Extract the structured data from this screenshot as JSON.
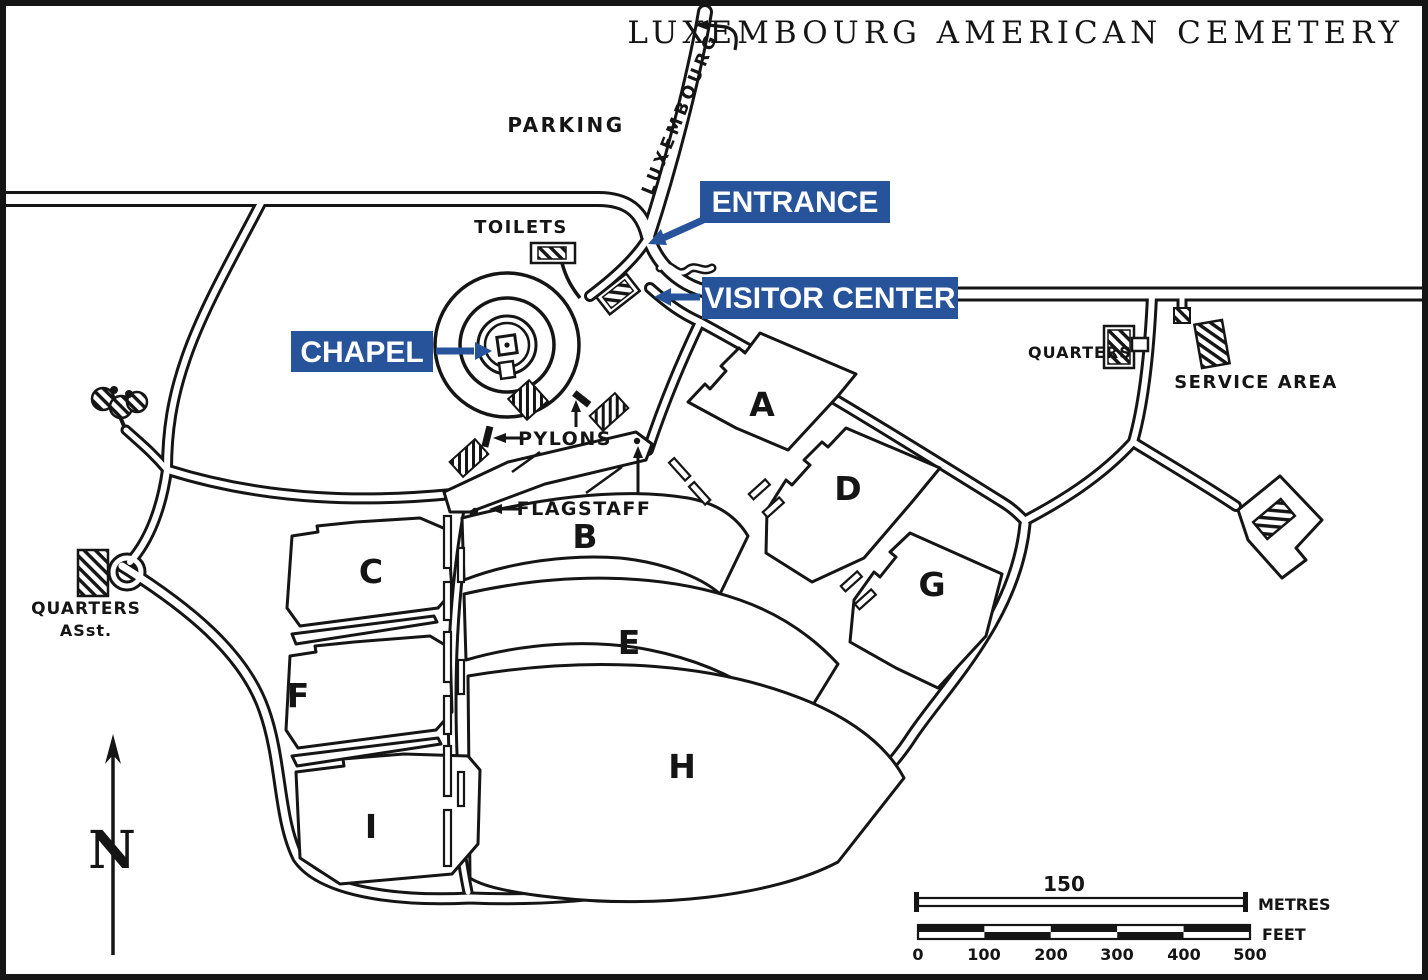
{
  "title": "LUXEMBOURG AMERICAN CEMETERY",
  "colors": {
    "callout_blue": "#27539B",
    "ink": "#151515",
    "paper": "#ffffff"
  },
  "callouts": {
    "entrance": "ENTRANCE",
    "visitor_center": "VISITOR CENTER",
    "chapel": "CHAPEL"
  },
  "labels": {
    "parking": "PARKING",
    "luxembourg": "LUXEMBOURG",
    "toilets": "TOILETS",
    "pylons": "PYLONS",
    "flagstaff": "FLAGSTAFF",
    "quarters_right": "QUARTERS",
    "service_area": "SERVICE AREA",
    "quarters_left_line1": "QUARTERS",
    "quarters_left_line2": "ASst.",
    "north": "N"
  },
  "plots": {
    "a": "A",
    "b": "B",
    "c": "C",
    "d": "D",
    "e": "E",
    "f": "F",
    "g": "G",
    "h": "H",
    "i": "I"
  },
  "scale": {
    "metres_value": "150",
    "metres_label": "METRES",
    "feet_label": "FEET",
    "feet_ticks": [
      "0",
      "100",
      "200",
      "300",
      "400",
      "500"
    ]
  }
}
